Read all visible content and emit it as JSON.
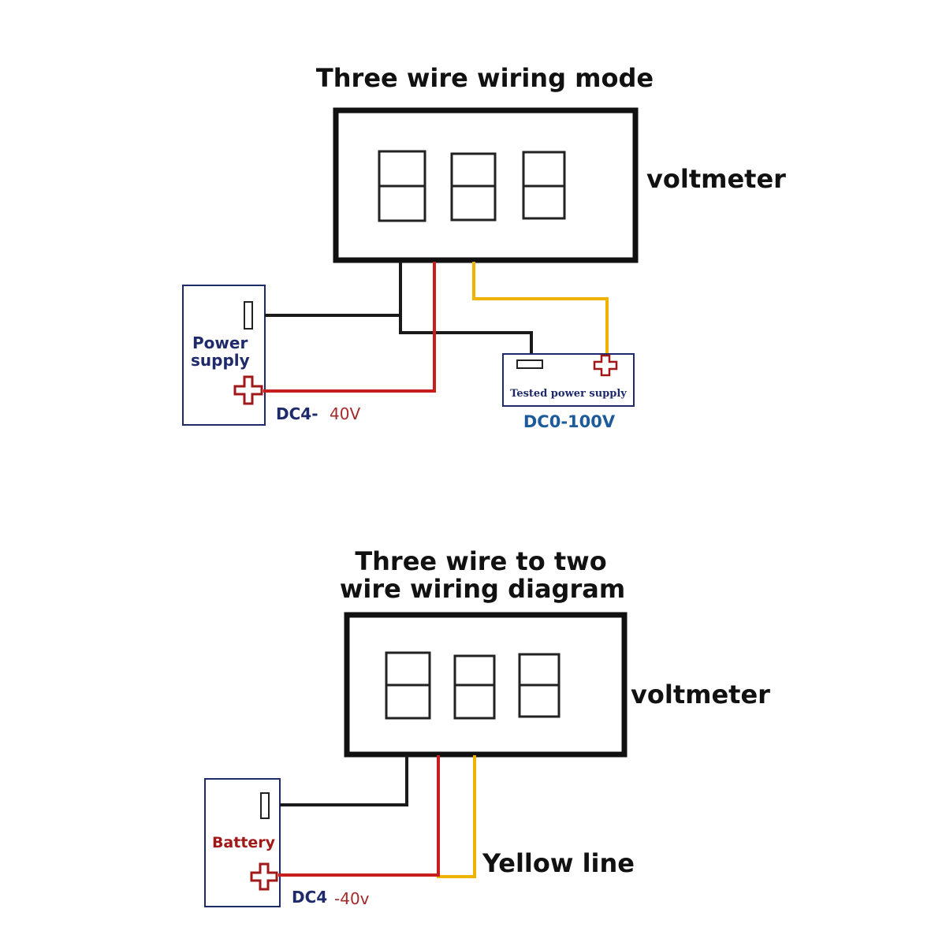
{
  "diagram1": {
    "title": "Three wire wiring mode",
    "meter_label": "voltmeter",
    "supply_label_line1": "Power",
    "supply_label_line2": "supply",
    "supply_range_prefix": "DC4-",
    "supply_range_value": "40V",
    "tested_label": "Tested power supply",
    "tested_range": "DC0-100V"
  },
  "diagram2": {
    "title_line1": "Three wire to two",
    "title_line2": "wire wiring diagram",
    "meter_label": "voltmeter",
    "battery_label": "Battery",
    "battery_range_prefix": "DC4",
    "battery_range_value": "-40v",
    "yellow_label": "Yellow line"
  },
  "colors": {
    "black_wire": "#1a1a1a",
    "red_wire": "#c81e1e",
    "yellow_wire": "#f0b400",
    "box_border": "#1f2a6b",
    "plus_sign": "#a01818"
  }
}
